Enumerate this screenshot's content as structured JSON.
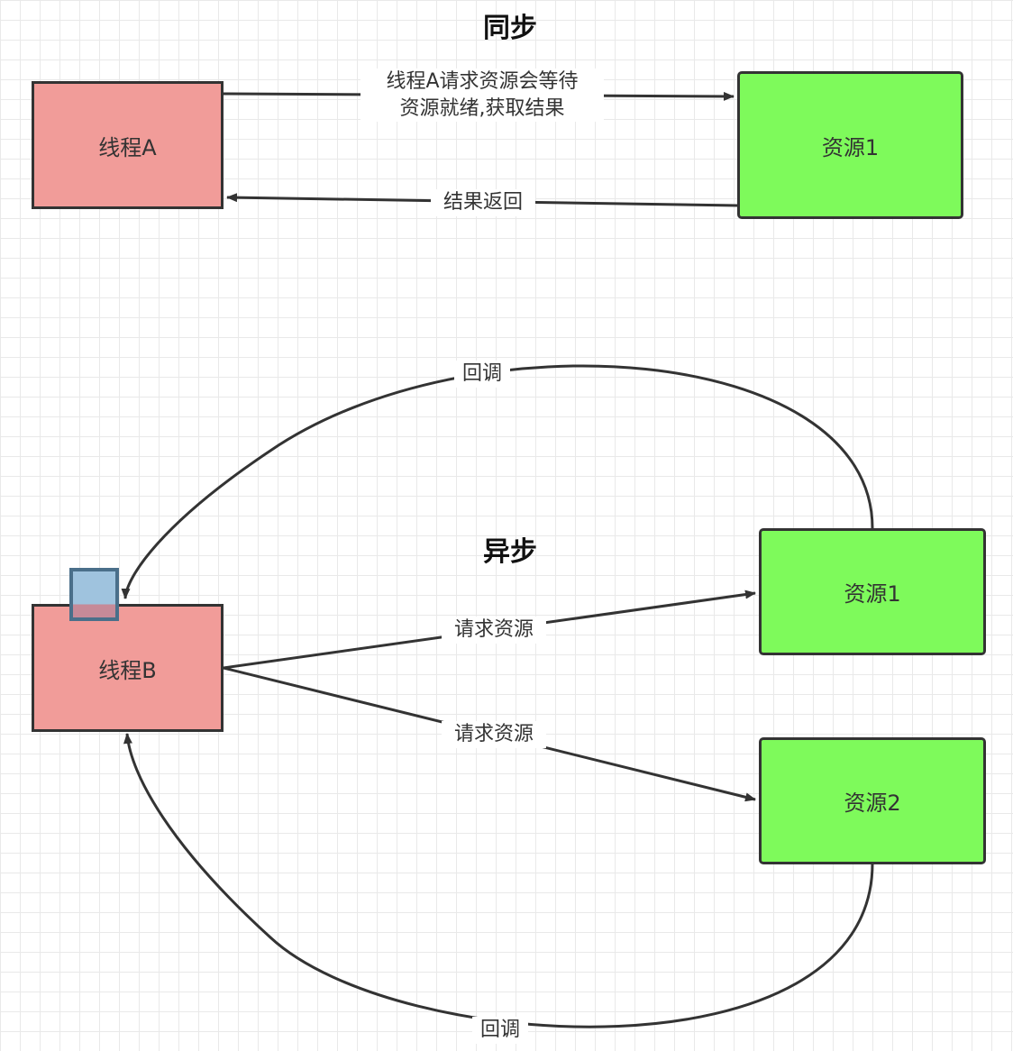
{
  "sync": {
    "title": "同步",
    "thread": "线程A",
    "resource": "资源1",
    "request_label": "线程A请求资源会等待\n资源就绪,获取结果",
    "return_label": "结果返回"
  },
  "async": {
    "title": "异步",
    "thread": "线程B",
    "resource1": "资源1",
    "resource2": "资源2",
    "request1_label": "请求资源",
    "request2_label": "请求资源",
    "callback1_label": "回调",
    "callback2_label": "回调"
  },
  "colors": {
    "thread_fill": "#f19c99",
    "resource_fill": "#7efa5b",
    "stroke": "#333333",
    "marker": "#9fc3de"
  }
}
